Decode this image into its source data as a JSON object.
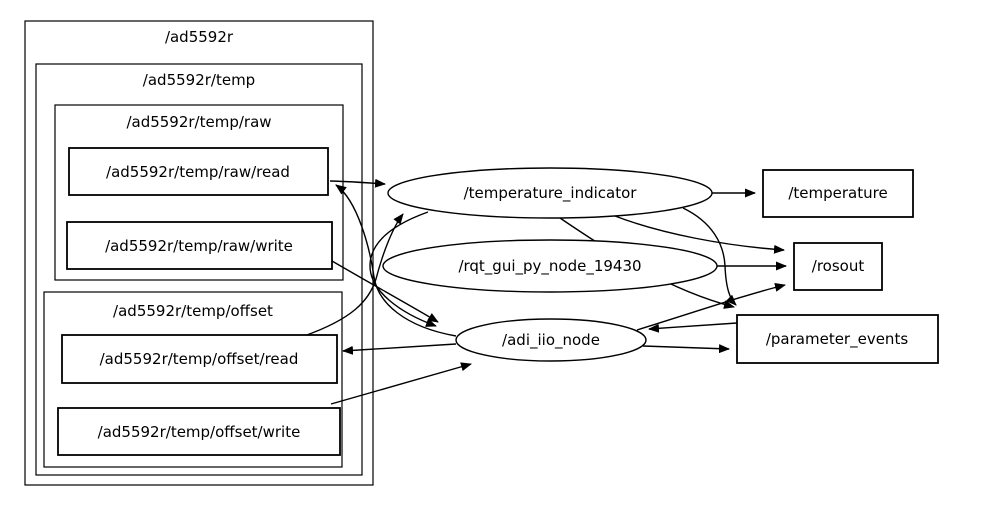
{
  "diagram": {
    "type": "ros-node-graph",
    "colors": {
      "stroke": "#000000",
      "background": "#ffffff"
    },
    "namespaces": [
      {
        "id": "ad5592r",
        "label": "/ad5592r"
      },
      {
        "id": "ad5592r_temp",
        "label": "/ad5592r/temp"
      },
      {
        "id": "ad5592r_temp_raw",
        "label": "/ad5592r/temp/raw"
      },
      {
        "id": "ad5592r_temp_offset",
        "label": "/ad5592r/temp/offset"
      }
    ],
    "services": [
      {
        "id": "raw_read",
        "label": "/ad5592r/temp/raw/read"
      },
      {
        "id": "raw_write",
        "label": "/ad5592r/temp/raw/write"
      },
      {
        "id": "offset_read",
        "label": "/ad5592r/temp/offset/read"
      },
      {
        "id": "offset_write",
        "label": "/ad5592r/temp/offset/write"
      }
    ],
    "nodes": [
      {
        "id": "temperature_indicator",
        "label": "/temperature_indicator"
      },
      {
        "id": "rqt_gui_py_node_19430",
        "label": "/rqt_gui_py_node_19430"
      },
      {
        "id": "adi_iio_node",
        "label": "/adi_iio_node"
      }
    ],
    "topics": [
      {
        "id": "temperature",
        "label": "/temperature"
      },
      {
        "id": "rosout",
        "label": "/rosout"
      },
      {
        "id": "parameter_events",
        "label": "/parameter_events"
      }
    ],
    "edges": [
      {
        "from": "/ad5592r/temp/raw/read",
        "to": "/temperature_indicator"
      },
      {
        "from": "/adi_iio_node",
        "to": "/ad5592r/temp/raw/read"
      },
      {
        "from": "/ad5592r/temp/offset/read",
        "to": "/temperature_indicator"
      },
      {
        "from": "/adi_iio_node",
        "to": "/ad5592r/temp/offset/read"
      },
      {
        "from": "/ad5592r/temp/raw/write",
        "to": "/adi_iio_node"
      },
      {
        "from": "/ad5592r/temp/offset/write",
        "to": "/adi_iio_node"
      },
      {
        "from": "/temperature_indicator",
        "to": "/adi_iio_node"
      },
      {
        "from": "/temperature_indicator",
        "to": "/temperature"
      },
      {
        "from": "/temperature_indicator",
        "to": "/rosout"
      },
      {
        "from": "/rqt_gui_py_node_19430",
        "to": "/rosout"
      },
      {
        "from": "/adi_iio_node",
        "to": "/rosout"
      },
      {
        "from": "/temperature_indicator",
        "to": "/parameter_events"
      },
      {
        "from": "/rqt_gui_py_node_19430",
        "to": "/parameter_events"
      },
      {
        "from": "/parameter_events",
        "to": "/adi_iio_node"
      },
      {
        "from": "/adi_iio_node",
        "to": "/parameter_events"
      }
    ]
  }
}
